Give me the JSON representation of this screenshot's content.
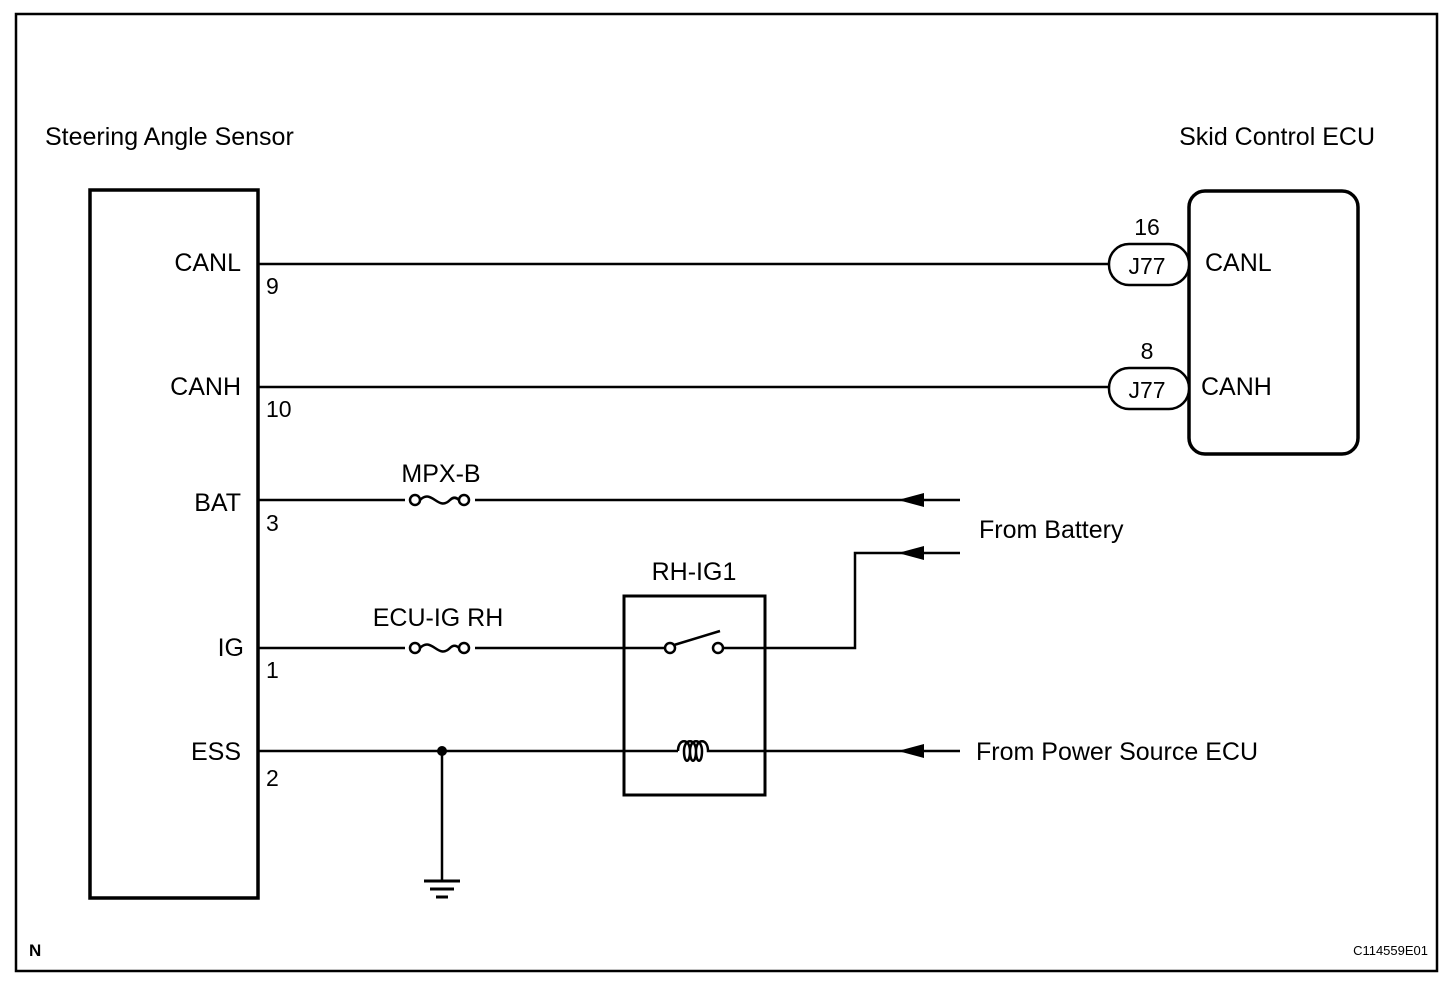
{
  "components": {
    "sensor": {
      "name": "Steering Angle Sensor",
      "terminals": [
        {
          "label": "CANL",
          "pin": "9"
        },
        {
          "label": "CANH",
          "pin": "10"
        },
        {
          "label": "BAT",
          "pin": "3"
        },
        {
          "label": "IG",
          "pin": "1"
        },
        {
          "label": "ESS",
          "pin": "2"
        }
      ]
    },
    "ecu": {
      "name": "Skid Control ECU",
      "terminals": [
        {
          "label": "CANL",
          "pin": "16",
          "connector": "J77"
        },
        {
          "label": "CANH",
          "pin": "8",
          "connector": "J77"
        }
      ]
    },
    "relay": {
      "name": "RH-IG1"
    }
  },
  "fuses": {
    "mpx": "MPX-B",
    "ecu_ig": "ECU-IG RH"
  },
  "sources": {
    "battery": "From Battery",
    "power_ecu": "From Power Source ECU"
  },
  "footer": {
    "marker": "N",
    "code": "C114559E01"
  }
}
